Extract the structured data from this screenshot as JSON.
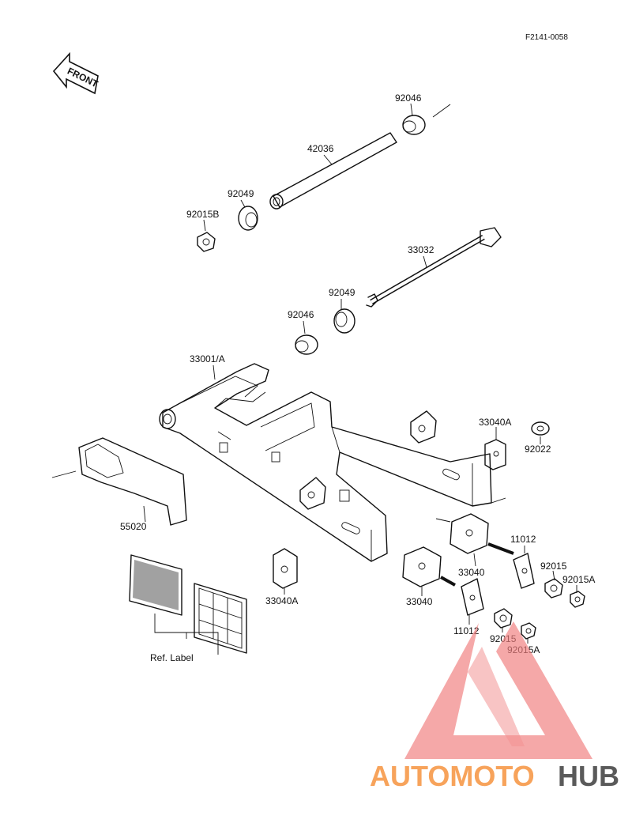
{
  "figure_code": "F2141-0058",
  "front_label": "FRONT",
  "parts": [
    {
      "id": "p-92046-a",
      "text": "92046"
    },
    {
      "id": "p-42036",
      "text": "42036"
    },
    {
      "id": "p-92049-a",
      "text": "92049"
    },
    {
      "id": "p-92015b",
      "text": "92015B"
    },
    {
      "id": "p-33032",
      "text": "33032"
    },
    {
      "id": "p-92049-b",
      "text": "92049"
    },
    {
      "id": "p-92046-b",
      "text": "92046"
    },
    {
      "id": "p-33001a",
      "text": "33001/A"
    },
    {
      "id": "p-33040a-a",
      "text": "33040A"
    },
    {
      "id": "p-92022",
      "text": "92022"
    },
    {
      "id": "p-55020",
      "text": "55020"
    },
    {
      "id": "p-11012-a",
      "text": "11012"
    },
    {
      "id": "p-33040-a",
      "text": "33040"
    },
    {
      "id": "p-92015-a",
      "text": "92015"
    },
    {
      "id": "p-92015a-a",
      "text": "92015A"
    },
    {
      "id": "p-33040a-b",
      "text": "33040A"
    },
    {
      "id": "p-33040-b",
      "text": "33040"
    },
    {
      "id": "p-11012-b",
      "text": "11012"
    },
    {
      "id": "p-92015-b",
      "text": "92015"
    },
    {
      "id": "p-92015a-b",
      "text": "92015A"
    },
    {
      "id": "ref-label",
      "text": "Ref. Label"
    }
  ],
  "watermark": {
    "text_a": "AUTOMOTO",
    "text_b": "HUB",
    "color_a": "#f7a35b",
    "color_b": "#5a5a5a",
    "logo_color": "#f08080"
  }
}
